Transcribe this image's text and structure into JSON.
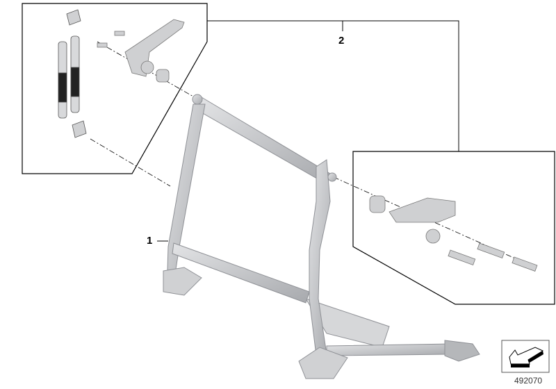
{
  "callouts": [
    {
      "id": "1",
      "label": "1"
    },
    {
      "id": "2",
      "label": "2"
    }
  ],
  "diagram_number": "492070",
  "icons": [
    "direction-arrow-icon"
  ],
  "colors": {
    "line": "#000000",
    "part": "#c4c6c9",
    "part_dark": "#8e9095",
    "part_light": "#e6e7e8"
  }
}
